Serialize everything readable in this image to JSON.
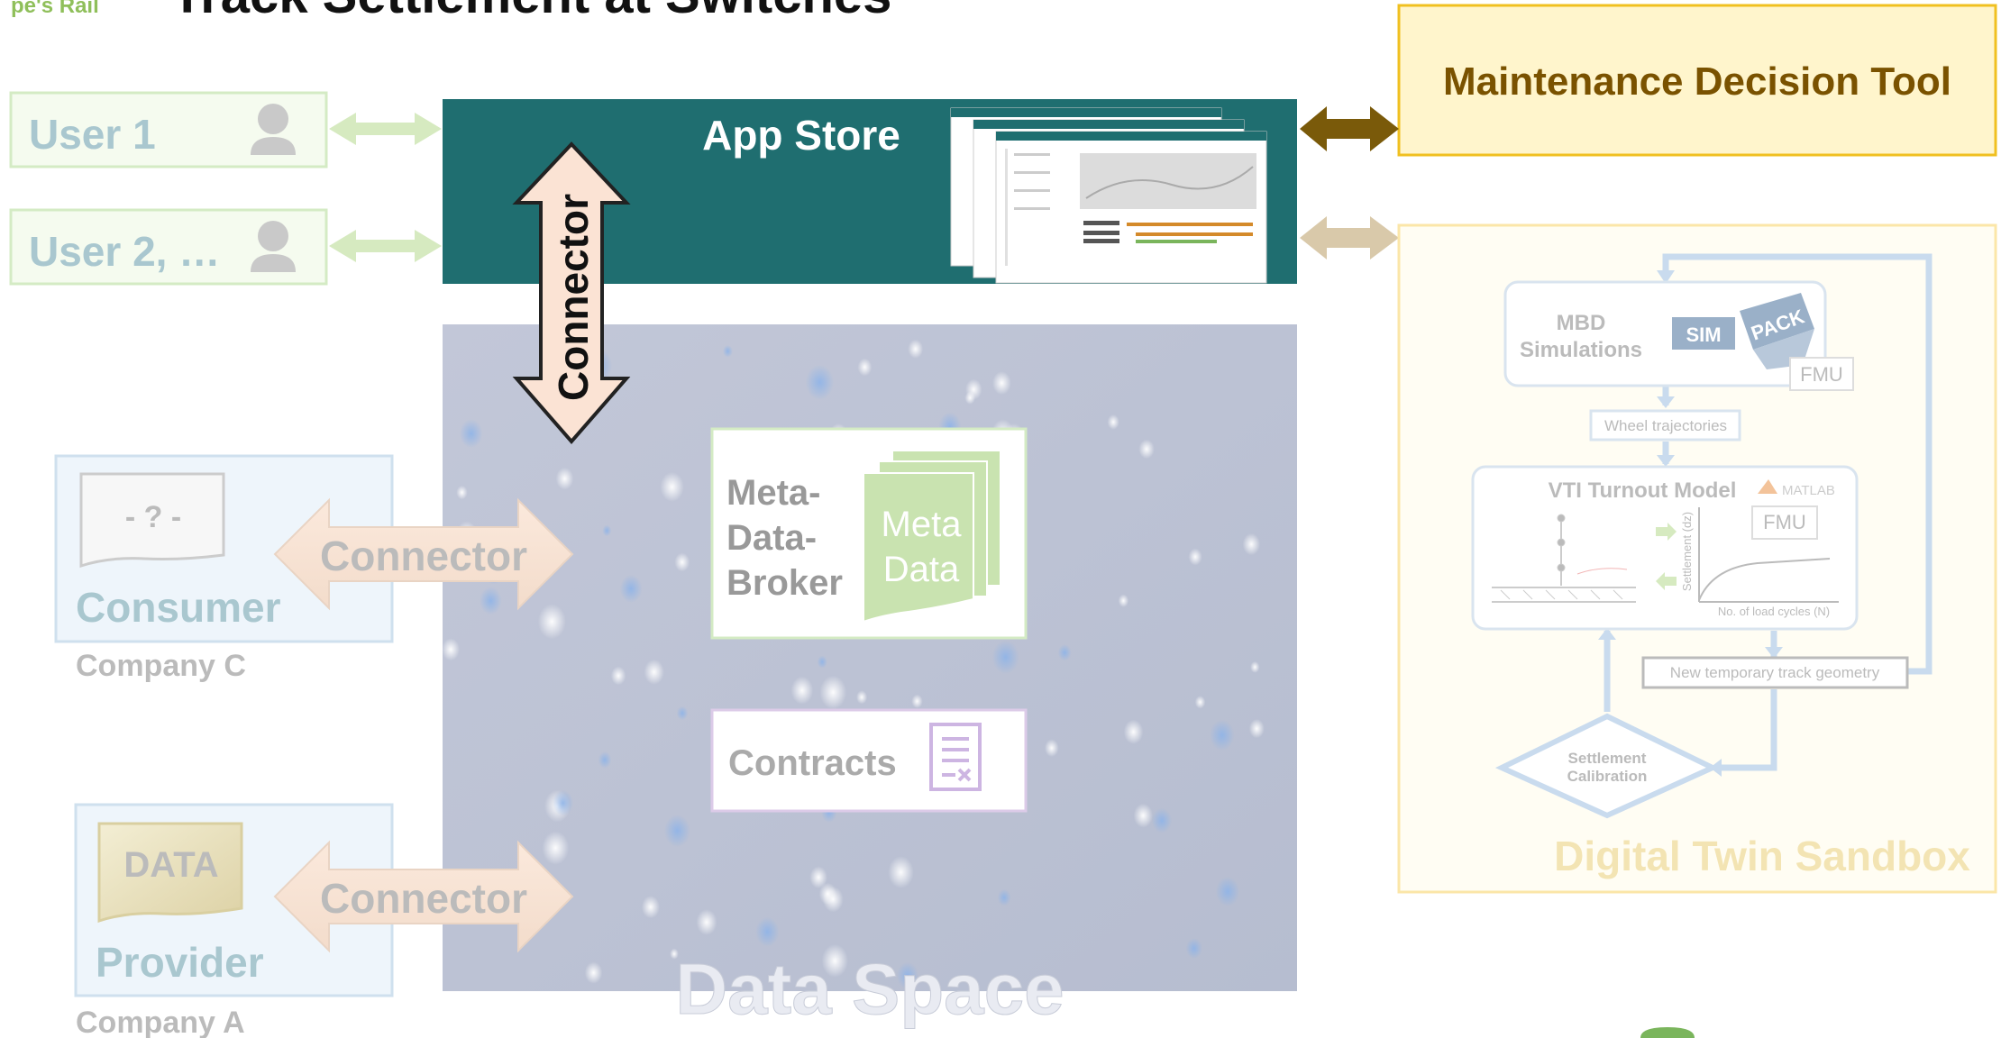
{
  "slide": {
    "title": "Track Settlement at Switches",
    "logo_text": "pe's Rail"
  },
  "users": [
    {
      "label": "User 1",
      "icon": "user-icon"
    },
    {
      "label": "User 2, …",
      "icon": "user-icon"
    }
  ],
  "app_store": {
    "label": "App Store",
    "connector_label": "Connector"
  },
  "maintenance_tool": {
    "label": "Maintenance Decision Tool"
  },
  "data_space": {
    "label": "Data Space",
    "broker": {
      "label_lines": [
        "Meta-",
        "Data-",
        "Broker"
      ],
      "doc_lines": [
        "Meta",
        "Data"
      ]
    },
    "contracts": {
      "label": "Contracts",
      "icon": "contract-icon"
    }
  },
  "consumer": {
    "doc_label": "- ? -",
    "label": "Consumer",
    "company": "Company C",
    "connector_label": "Connector"
  },
  "provider": {
    "doc_label": "DATA",
    "label": "Provider",
    "company": "Company A",
    "connector_label": "Connector"
  },
  "digital_twin": {
    "label": "Digital Twin Sandbox",
    "mbd": {
      "lines": [
        "MBD",
        "Simulations"
      ],
      "sim": "SIM",
      "pack": "PACK",
      "fmu": "FMU"
    },
    "wheel_trajectories": "Wheel trajectories",
    "vti": {
      "label": "VTI Turnout Model",
      "matlab": "MATLAB",
      "fmu": "FMU",
      "ylabel": "Settlement (dz)",
      "xlabel": "No. of load cycles (N)"
    },
    "new_geometry": "New temporary track geometry",
    "calibration": {
      "lines": [
        "Settlement",
        "Calibration"
      ]
    }
  },
  "colors": {
    "app_store_bg": "#1f6e70",
    "maintenance_bg": "#fff5cc",
    "maintenance_border": "#f0c020",
    "maintenance_text": "#7a5200",
    "dark_arrow": "#7a5a0a",
    "light_arrow": "#d9c9aa",
    "user_text": "#a9c7cf",
    "user_arrow": "#d6eac0",
    "data_space_bg": "#bcc3d6",
    "sandbox_border": "#fbe6a8",
    "sandbox_text": "#f3e4b3"
  }
}
